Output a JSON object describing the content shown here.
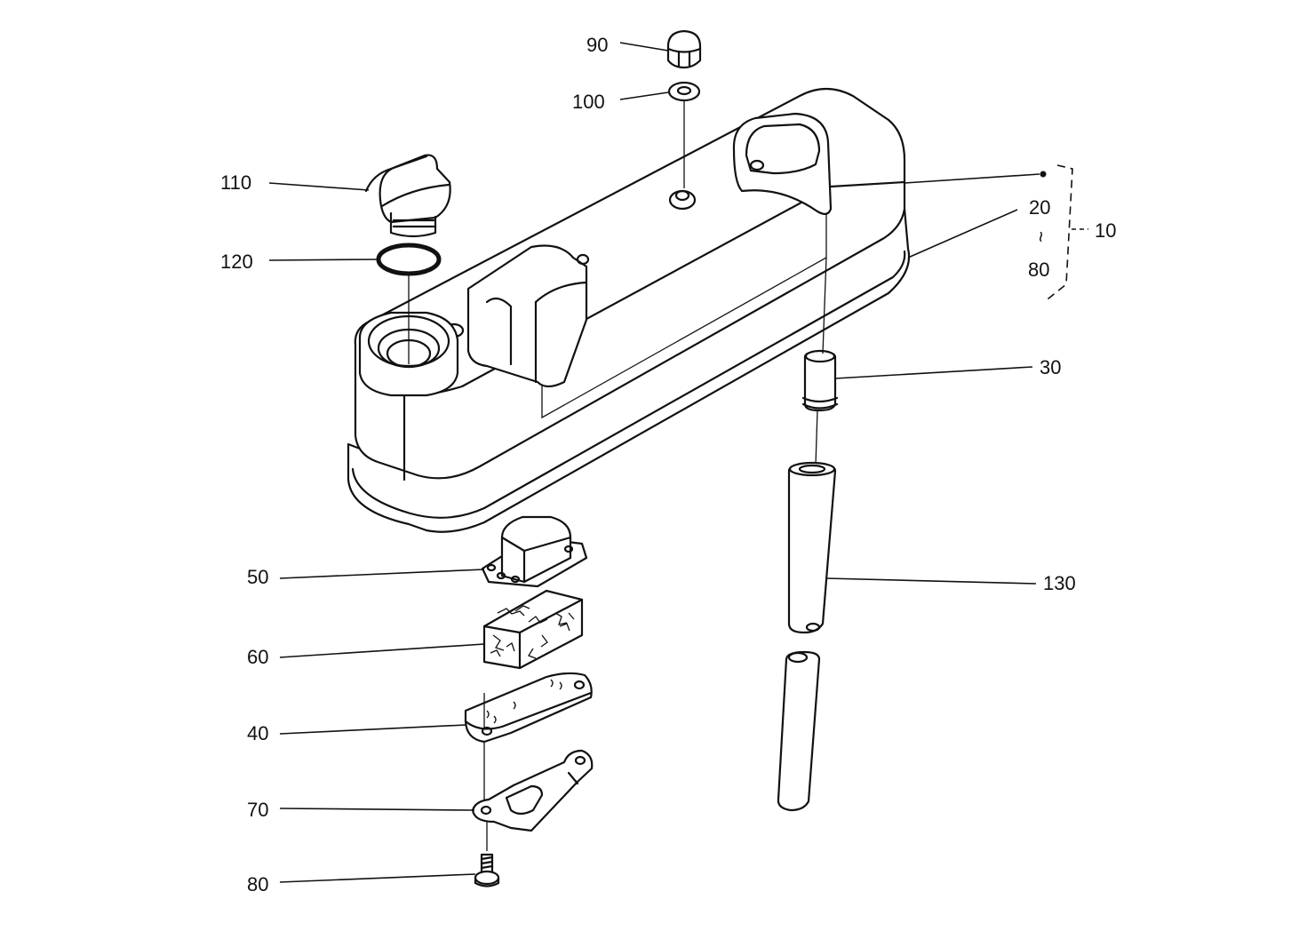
{
  "callouts": {
    "p90": "90",
    "p100": "100",
    "p110": "110",
    "p120": "120",
    "p20": "20",
    "p_tilde": "~",
    "p80_range": "80",
    "p10": "10",
    "p30": "30",
    "p50": "50",
    "p60": "60",
    "p40": "40",
    "p130": "130",
    "p70": "70",
    "p80": "80"
  }
}
